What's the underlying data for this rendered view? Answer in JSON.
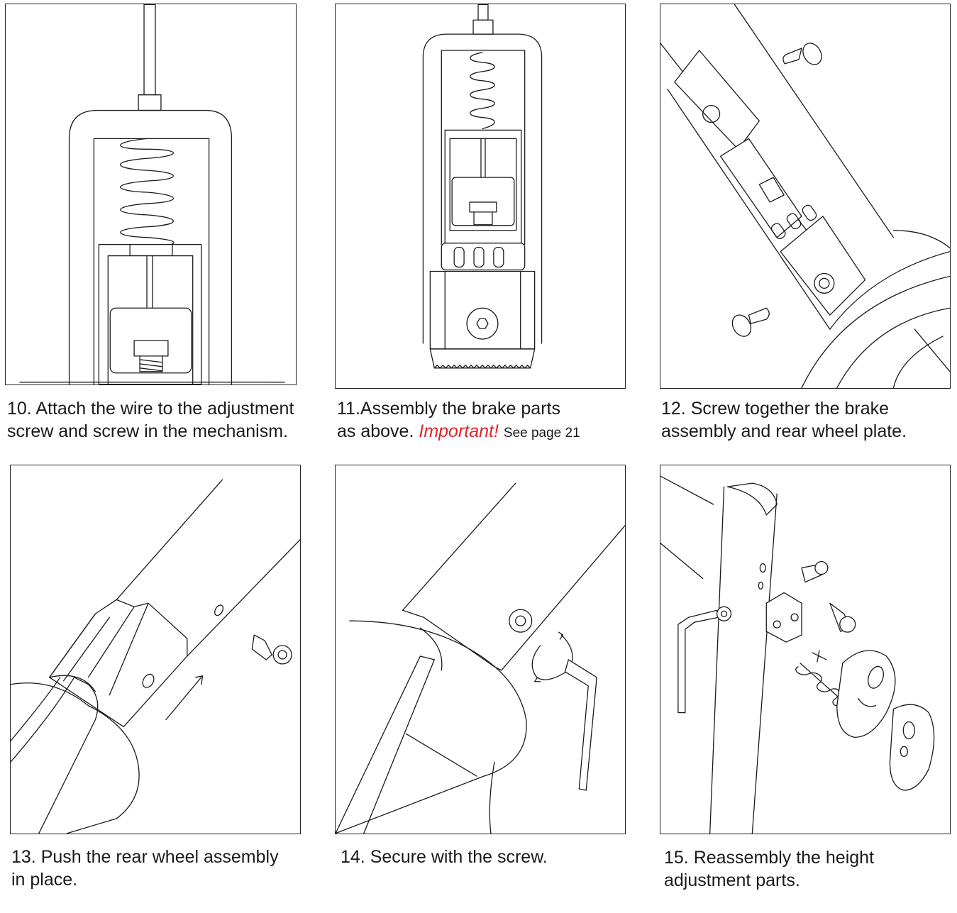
{
  "steps": [
    {
      "line1": "10. Attach the wire to the adjustment",
      "line2": "screw and screw in the mechanism."
    },
    {
      "line1": "11.Assembly the brake parts",
      "line2_a": "as above.",
      "line2_important": "Important!",
      "line2_note": "See page 21"
    },
    {
      "line1": "12. Screw together the brake",
      "line2": "assembly and rear wheel plate."
    },
    {
      "line1": "13. Push the rear wheel assembly",
      "line2": "in place."
    },
    {
      "line1": "14. Secure with the screw.",
      "line2": ""
    },
    {
      "line1": "15. Reassembly the height",
      "line2": "adjustment parts."
    }
  ],
  "colors": {
    "important": "#d9262a",
    "line": "#1a1a1a"
  }
}
